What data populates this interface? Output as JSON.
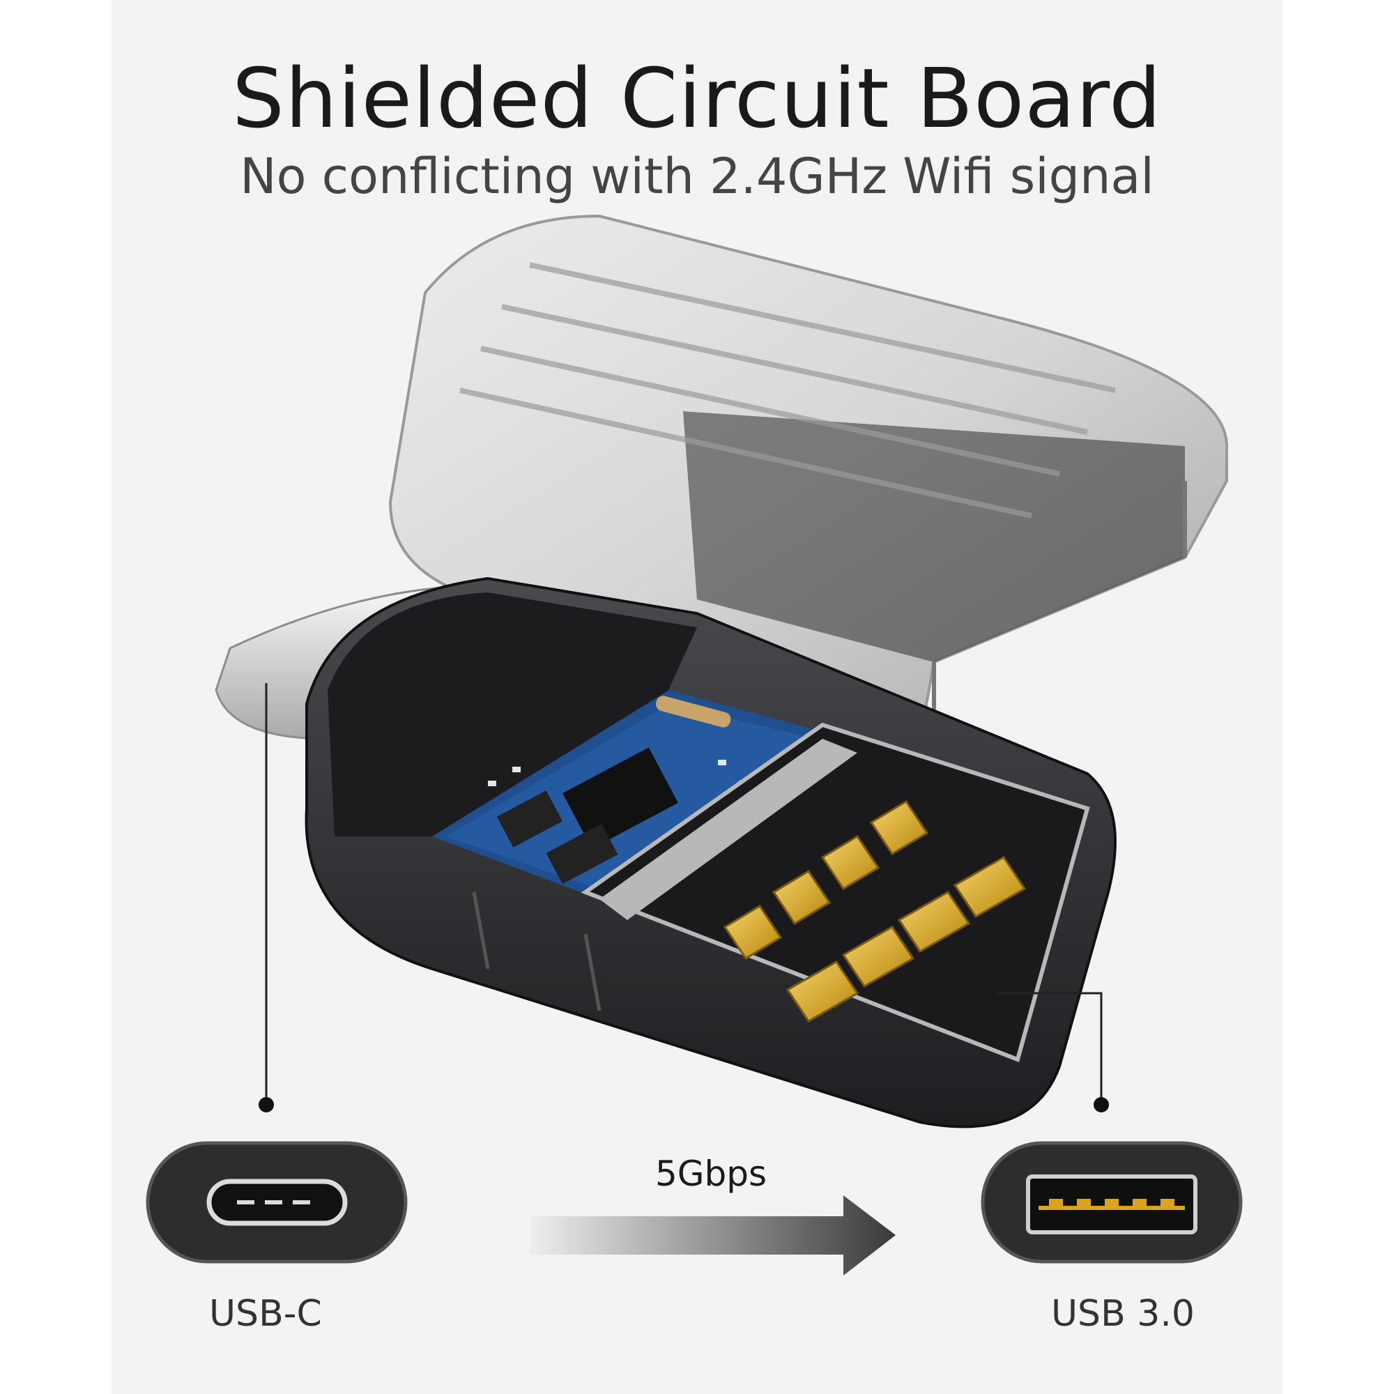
{
  "title": "Shielded Circuit Board",
  "subtitle": "No conflicting with 2.4GHz Wifi signal",
  "ports": {
    "left": {
      "label": "USB-C",
      "icon": "usb-c-port-icon"
    },
    "right": {
      "label": "USB 3.0",
      "icon": "usb-a-port-icon"
    }
  },
  "transfer": {
    "speed": "5Gbps",
    "icon": "arrow-right-icon"
  },
  "colors": {
    "background": "#f3f3f3",
    "pcb_blue": "#1f4f8f",
    "gold_contacts": "#d9a520",
    "housing": "#2b2b2e"
  }
}
